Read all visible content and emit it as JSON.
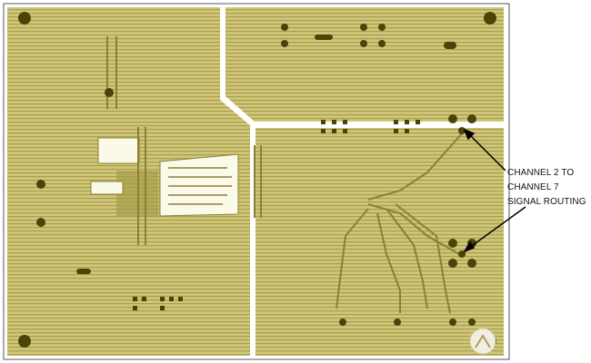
{
  "figure": {
    "title": "PCB layout — copper layer",
    "board_color": "#c8bf72",
    "trace_color": "#9a9040",
    "via_color": "#4a4408",
    "gap_color": "#ffffff",
    "annotation": {
      "lines": [
        "CHANNEL 2 TO",
        "CHANNEL 7",
        "SIGNAL ROUTING"
      ],
      "arrow_color": "#000000"
    },
    "watermark": "logo-badge"
  }
}
